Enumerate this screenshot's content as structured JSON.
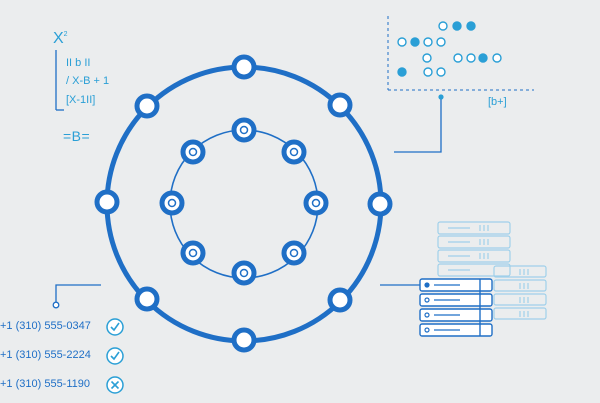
{
  "formula": {
    "x_label": "X",
    "x_sup": "2",
    "lines": [
      "II b II",
      "/ X-B + 1",
      "[X-1II]"
    ],
    "result": "=B="
  },
  "matrix_label": "[b+]",
  "contacts": [
    {
      "phone": "+1 (310) 555-0347",
      "status": "check-icon"
    },
    {
      "phone": "+1 (310) 555-2224",
      "status": "check-icon"
    },
    {
      "phone": "+1 (310) 555-1190",
      "status": "close-icon"
    }
  ],
  "colors": {
    "background": "#ebedee",
    "primary": "#1f6fc6",
    "accent": "#2a9fd6",
    "light": "#9fd0ea"
  }
}
